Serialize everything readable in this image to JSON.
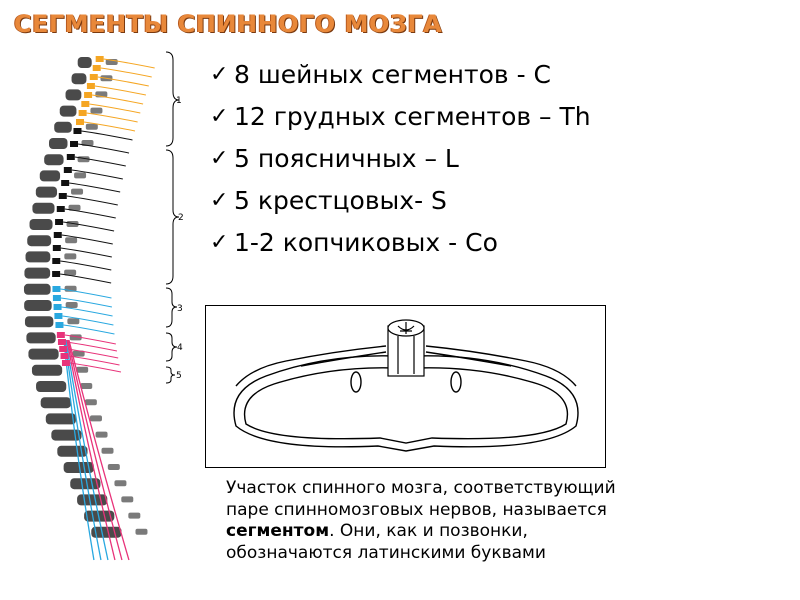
{
  "title": "СЕГМЕНТЫ СПИННОГО МОЗГА",
  "bullets": [
    {
      "text": "8 шейных сегментов - С"
    },
    {
      "text": "12 грудных сегментов – Th"
    },
    {
      "text": "5 поясничных – L"
    },
    {
      "text": "5 крестцовых- S"
    },
    {
      "text": "1-2 копчиковых - Co"
    }
  ],
  "check_icon": "✓",
  "spine_labels": [
    "1",
    "2",
    "3",
    "4",
    "5"
  ],
  "caption": {
    "part1": "Участок спинного мозга, соответствующий паре спинномозговых нервов, называется ",
    "bold": "сегментом",
    "part2": ". Они, как и позвонки, обозначаются латинскими буквами"
  },
  "colors": {
    "title": "#e8883a",
    "cervical": "#f5a623",
    "thoracic": "#111111",
    "lumbar": "#29a8e0",
    "sacral": "#e8337a",
    "vertebra": "#4a4a4a"
  }
}
